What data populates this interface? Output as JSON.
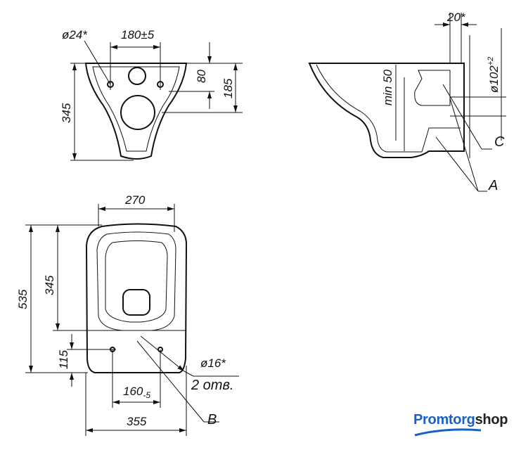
{
  "top_view": {
    "hole_dia": "ø24*",
    "hole_spacing": "180±5",
    "dim_80": "80",
    "dim_185": "185",
    "dim_345": "345"
  },
  "side_view": {
    "offset": "20*",
    "pipe_dia": "ø102",
    "pipe_tol": "+2",
    "min_depth": "min 50",
    "label_c": "C",
    "label_a": "A"
  },
  "bottom_view": {
    "width": "270",
    "length": "535",
    "seat_len": "345",
    "dim_115": "115",
    "hole_dia": "ø16*",
    "holes_count": "2 отв.",
    "hole_spacing": "160",
    "hole_spacing_tol": "-5",
    "base_width": "355",
    "label_b": "B"
  },
  "logo": {
    "part1": "Promtorg",
    "part2": "shop",
    "color_primary": "#1a5fc8",
    "color_secondary": "#222222"
  }
}
